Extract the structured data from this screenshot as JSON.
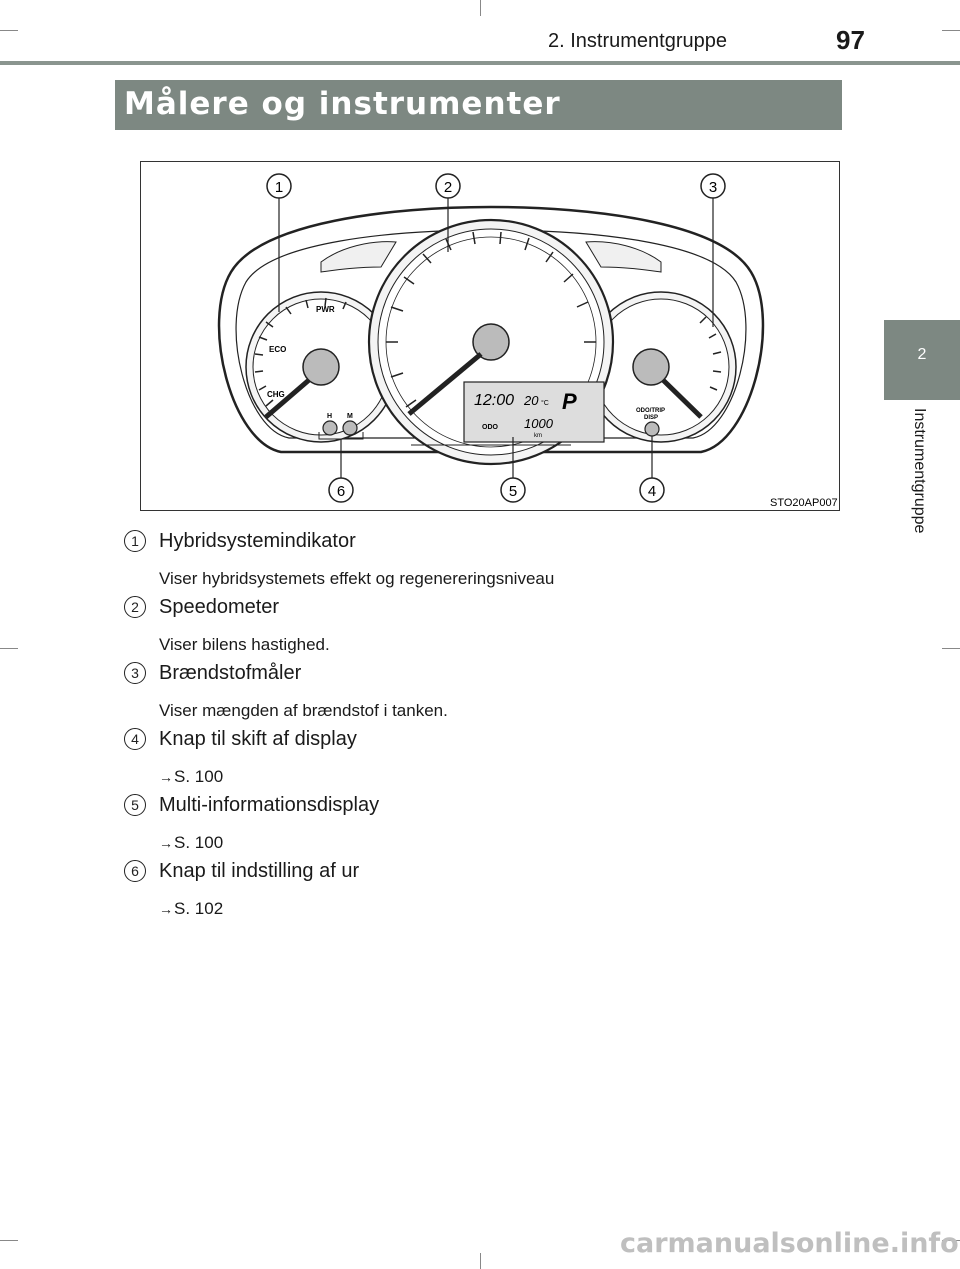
{
  "header": {
    "chapter": "2. Instrumentgruppe",
    "page_number": "97"
  },
  "side_tab": {
    "number": "2",
    "label": "Instrumentgruppe"
  },
  "section": {
    "title": "Målere og instrumenter"
  },
  "figure": {
    "code": "STO20AP007",
    "callouts": [
      "1",
      "2",
      "3",
      "4",
      "5",
      "6"
    ],
    "gauge_labels": {
      "pwr": "PWR",
      "eco": "ECO",
      "chg": "CHG",
      "h": "H",
      "m": "M",
      "odo_trip": "ODO/TRIP",
      "disp": "DISP"
    },
    "display": {
      "clock": "12:00",
      "temp": "20",
      "temp_unit": "°C",
      "gear": "P",
      "odo_label": "ODO",
      "odo_value": "1000",
      "odo_unit": "km"
    }
  },
  "items": [
    {
      "num": "1",
      "title": "Hybridsystemindikator",
      "desc": "Viser hybridsystemets effekt og regenereringsniveau"
    },
    {
      "num": "2",
      "title": "Speedometer",
      "desc": "Viser bilens hastighed."
    },
    {
      "num": "3",
      "title": "Brændstofmåler",
      "desc": "Viser mængden af brændstof i tanken."
    },
    {
      "num": "4",
      "title": "Knap til skift af display",
      "desc": "S. 100"
    },
    {
      "num": "5",
      "title": "Multi-informationsdisplay",
      "desc": "S. 100"
    },
    {
      "num": "6",
      "title": "Knap til indstilling af ur",
      "desc": "S. 102"
    }
  ],
  "watermark": "carmanualsonline.info"
}
